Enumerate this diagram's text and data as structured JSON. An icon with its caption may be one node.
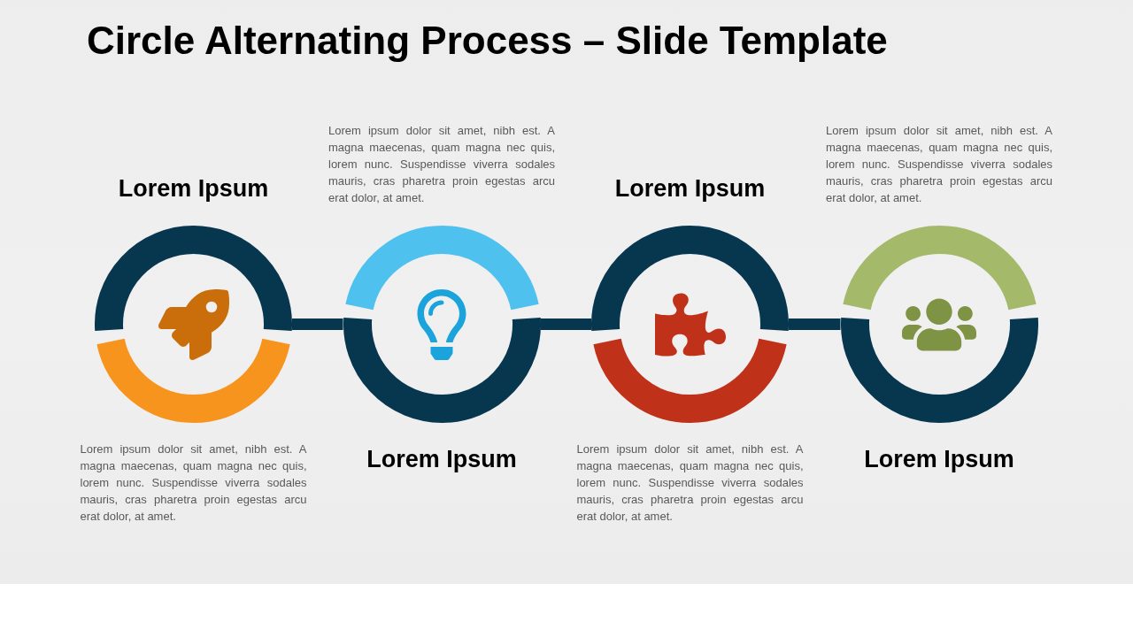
{
  "diagram": {
    "title": "Circle Alternating Process – Slide Template",
    "nodes": [
      {
        "text": [],
        "shape": "circle",
        "beside": [
          "Lorem Ipsum",
          "Lorem ipsum dolor sit amet, nibh est. A magna maecenas, quam magna nec quis, lorem nunc. Suspendisse viverra sodales mauris, cras pharetra proin egestas arcu erat dolor, at amet."
        ]
      },
      {
        "text": [],
        "shape": "circle",
        "beside": [
          "Lorem Ipsum",
          "Lorem ipsum dolor sit amet, nibh est. A magna maecenas, quam magna nec quis, lorem nunc. Suspendisse viverra sodales mauris, cras pharetra proin egestas arcu erat dolor, at amet."
        ]
      },
      {
        "text": [],
        "shape": "circle",
        "beside": [
          "Lorem Ipsum",
          "Lorem ipsum dolor sit amet, nibh est. A magna maecenas, quam magna nec quis, lorem nunc. Suspendisse viverra sodales mauris, cras pharetra proin egestas arcu erat dolor, at amet."
        ]
      },
      {
        "text": [],
        "shape": "circle",
        "beside": [
          "Lorem Ipsum",
          "Lorem ipsum dolor sit amet, nibh est. A magna maecenas, quam magna nec quis, lorem nunc. Suspendisse viverra sodales mauris, cras pharetra proin egestas arcu erat dolor, at amet."
        ]
      }
    ],
    "edges": [
      {
        "from": 0,
        "to": 1,
        "arrow": "none"
      },
      {
        "from": 1,
        "to": 2,
        "arrow": "none"
      },
      {
        "from": 2,
        "to": 3,
        "arrow": "none"
      }
    ]
  }
}
